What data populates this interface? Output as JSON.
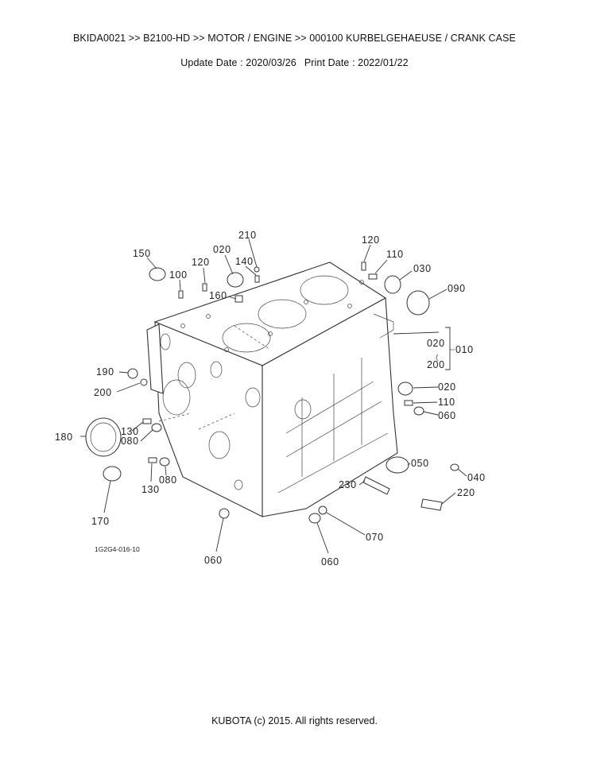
{
  "header": {
    "breadcrumb": "BKIDA0021 >> B2100-HD >> MOTOR / ENGINE >> 000100   KURBELGEHAEUSE / CRANK CASE",
    "update_date": "Update Date : 2020/03/26",
    "print_date": "Print Date : 2022/01/22"
  },
  "diagram": {
    "figure_code": "1G2G4-016-10",
    "labels": {
      "p210": "210",
      "p150": "150",
      "p020_top": "020",
      "p120_left": "120",
      "p140": "140",
      "p100": "100",
      "p160": "160",
      "p120_right": "120",
      "p110_top": "110",
      "p030": "030",
      "p090": "090",
      "p020_bracket": "020",
      "p010": "010",
      "p200_bracket": "200",
      "p190": "190",
      "p200_left": "200",
      "p020_right": "020",
      "p110_right": "110",
      "p060_right": "060",
      "p180": "180",
      "p130_upper": "130",
      "p080_upper": "080",
      "p050": "050",
      "p040": "040",
      "p130_lower": "130",
      "p080_lower": "080",
      "p230": "230",
      "p220": "220",
      "p170": "170",
      "p070": "070",
      "p060_left": "060",
      "p060_bottom": "060"
    }
  },
  "footer": {
    "copyright": "KUBOTA (c) 2015. All rights reserved."
  }
}
